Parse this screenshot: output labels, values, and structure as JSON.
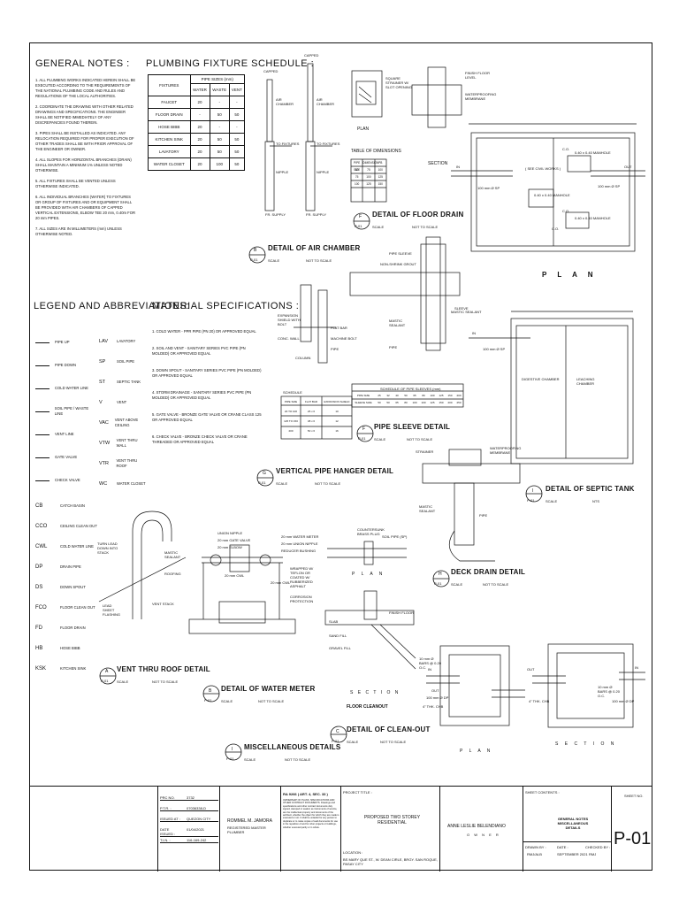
{
  "general_notes": {
    "title": "GENERAL NOTES :",
    "items": [
      "ALL PLUMBING WORKS INDICATED HEREIN SHALL BE EXECUTED ACCORDING TO THE REQUIREMENTS OF THE NATIONAL PLUMBING CODE AND RULES AND REGULATIONS OF THE LOCAL AUTHORITIES.",
      "COORDINATE THE DRAWING WITH OTHER RELATED DRAWINGS AND SPECIFICATIONS. THE ENGINEER SHALL BE NOTIFIED IMMEDIATELY OF ANY DISCREPANCIES FOUND THEREIN.",
      "PIPES SHALL BE INSTALLED AS INDICATED. ANY RELOCATION REQUIRED FOR PROPER EXECUTION OF OTHER TRADES SHALL BE WITH PRIOR APPROVAL OF THE ENGINEER OR OWNER.",
      "ALL SLOPES FOR HORIZONTAL BRANCHES (DRAIN) SHALL MAINTAIN A MINIMUM 1% UNLESS NOTED OTHERWISE.",
      "ALL FIXTURES SHALL BE VENTED UNLESS OTHERWISE INDICATED.",
      "ALL INDIVIDUAL BRANCHES (WATER) TO FIXTURES OR GROUP OF FIXTURES AND OR EQUIPMENT SHALL BE PROVIDED WITH AIR CHAMBERS OF CAPPED VERTICAL EXTENSIONS, ELBOW TEE 20 mm, 0.40m FOR 20 mm PIPES.",
      "ALL SIZES ARE IN MILLIMETERS (mm) UNLESS OTHERWISE NOTED."
    ]
  },
  "fixture_schedule": {
    "title": "PLUMBING FIXTURE SCHEDULE :",
    "col_fixtures": "FIXTURES",
    "col_pipe_sizes": "PIPE SIZES (mm)",
    "cols": [
      "WATER",
      "WASTE",
      "VENT"
    ],
    "rows": [
      {
        "name": "FAUCET",
        "water": "20",
        "waste": "-",
        "vent": "-"
      },
      {
        "name": "FLOOR DRAIN",
        "water": "-",
        "waste": "50",
        "vent": "50"
      },
      {
        "name": "HOSE BIBB",
        "water": "20",
        "waste": "-",
        "vent": "-"
      },
      {
        "name": "KITCHEN SINK",
        "water": "20",
        "waste": "50",
        "vent": "50"
      },
      {
        "name": "LAVATORY",
        "water": "20",
        "waste": "50",
        "vent": "50"
      },
      {
        "name": "WATER CLOSET",
        "water": "20",
        "waste": "100",
        "vent": "50"
      }
    ]
  },
  "legend": {
    "title": "LEGEND AND ABBREVIATIONS:",
    "symbols": [
      "PIPE UP",
      "PIPE DOWN",
      "COLD WATER LINE",
      "SOIL PIPE / WASTE LINE",
      "VENT LINE",
      "GATE VALVE",
      "CHECK VALVE"
    ],
    "abbr": [
      {
        "code": "CB",
        "text": "CATCH BASIN"
      },
      {
        "code": "CCO",
        "text": "CEILING CLEAN OUT"
      },
      {
        "code": "CWL",
        "text": "COLD WATER LINE"
      },
      {
        "code": "DP",
        "text": "DRAIN PIPE"
      },
      {
        "code": "DS",
        "text": "DOWN SPOUT"
      },
      {
        "code": "FCO",
        "text": "FLOOR CLEAN OUT"
      },
      {
        "code": "FD",
        "text": "FLOOR DRAIN"
      },
      {
        "code": "HB",
        "text": "HOSE BIBB"
      },
      {
        "code": "KSK",
        "text": "KITCHEN SINK"
      }
    ],
    "abbr2": [
      {
        "code": "LAV",
        "text": "LAVATORY"
      },
      {
        "code": "SP",
        "text": "SOIL PIPE"
      },
      {
        "code": "ST",
        "text": "SEPTIC TANK"
      },
      {
        "code": "V",
        "text": "VENT"
      },
      {
        "code": "VAC",
        "text": "VENT ABOVE CEILING"
      },
      {
        "code": "VTW",
        "text": "VENT THRU WALL"
      },
      {
        "code": "VTR",
        "text": "VENT THRU ROOF"
      },
      {
        "code": "WC",
        "text": "WATER CLOSET"
      }
    ]
  },
  "material_specs": {
    "title": "MATERIAL SPECIFICATIONS :",
    "items": [
      "COLD WATER - PPR PIPE (PN 20) OR APPROVED EQUAL",
      "SOIL AND VENT - SANITARY SERIES PVC PIPE (PN MOLDED) OR APPROVED EQUAL",
      "DOWN SPOUT - SANITARY SERIES PVC PIPE (PN MOLDED) OR APPROVED EQUAL",
      "STORM DRAINAGE - SANITARY SERIES PVC PIPE (PN MOLDED) OR APPROVED EQUAL",
      "GATE VALVE - BRONZE GATE VALVE OR CRANE CLASS 125 OR APPROVED EQUAL",
      "CHECK VALVE - BRONZE CHECK VALVE OR CRANE THREADED OR APPROVED EQUAL"
    ]
  },
  "details": {
    "air_chamber": {
      "num": "B",
      "title": "DETAIL OF AIR CHAMBER",
      "sheet": "P-01",
      "scale": "SCALE",
      "nts": "NOT TO SCALE",
      "labels": [
        "CAPPED",
        "CAPPED",
        "AIR CHAMBER",
        "AIR CHAMBER",
        "TO FIXTURES",
        "TO FIXTURES",
        "NIPPLE",
        "NIPPLE",
        "FR. SUPPLY",
        "FR. SUPPLY"
      ]
    },
    "floor_drain": {
      "num": "F",
      "title": "DETAIL OF FLOOR DRAIN",
      "sheet": "P-01",
      "scale": "SCALE",
      "nts": "NOT TO SCALE",
      "plan": "PLAN",
      "section": "SECTION",
      "labels": [
        "SQUARE STRAINER W/ SLOT OPENING",
        "FINISH FLOOR LEVEL",
        "WATERPROOFING MEMBRANE"
      ]
    },
    "dimensions": {
      "title": "TABLE OF DIMENSIONS",
      "header": [
        "PIPE SIZE",
        "DIMENSION",
        "PB"
      ],
      "rows": [
        [
          "50",
          "75",
          "100"
        ],
        [
          "75",
          "100",
          "125"
        ],
        [
          "100",
          "125",
          "150"
        ]
      ]
    },
    "septic_plan": {
      "plan": "P L A N",
      "labels": [
        "IN",
        "OUT",
        "C.O.",
        "C.O.",
        "C.O.",
        "( SEE CIVIL WORKS )",
        "0.40 x 0.40 MANHOLE",
        "0.40 x 0.40 MANHOLE",
        "0.40 x 0.40 MANHOLE",
        "100 mm Ø SP",
        "100 mm Ø SP"
      ]
    },
    "septic_tank": {
      "num": "I",
      "title": "DETAIL OF SEPTIC TANK",
      "sheet": "P-01",
      "scale": "SCALE",
      "nts": "NTS",
      "labels": [
        "DIGESTIVE CHAMBER",
        "LEACHING CHAMBER",
        "IN",
        "100 mm Ø SP"
      ]
    },
    "pipe_sleeve": {
      "num": "F",
      "title": "PIPE SLEEVE DETAIL",
      "sheet": "P-01",
      "scale": "SCALE",
      "nts": "NOT TO SCALE",
      "labels": [
        "PIPE SLEEVE",
        "NON-SHRINK GROUT",
        "MASTIC SEALANT",
        "PIPE",
        "SLEEVE",
        "MASTIC SEALANT"
      ],
      "schedule_title": "SCHEDULE OF PIPE SLEEVES (mm)",
      "schedule_rows": [
        [
          "PIPE SIZE",
          "25",
          "32",
          "40",
          "50",
          "65",
          "80",
          "100",
          "125",
          "150",
          "200"
        ],
        [
          "SLEEVE SIZE",
          "50",
          "50",
          "65",
          "80",
          "100",
          "100",
          "125",
          "150",
          "200",
          "250"
        ]
      ]
    },
    "hanger": {
      "num": "G",
      "title": "VERTICAL PIPE HANGER DETAIL",
      "sheet": "P-01",
      "scale": "SCALE",
      "nts": "NOT TO SCALE",
      "labels": [
        "EXPANSION SHIELD WITH BOLT",
        "CONC. WALL",
        "COLUMN",
        "FLAT BAR",
        "MACHINE BOLT",
        "PIPE"
      ],
      "schedule_title": "SCHEDULE",
      "sched_header": [
        "PIPE SIZE",
        "FLAT BAR",
        "EXPANSION SHIELD WITH BOLT"
      ],
      "sched_rows": [
        [
          "20 TO 100",
          "25 x 6",
          "10"
        ],
        [
          "125 TO 150",
          "38 x 6",
          "12"
        ],
        [
          "200",
          "50 x 6",
          "16"
        ]
      ]
    },
    "deck_drain": {
      "num": "H",
      "title": "DECK DRAIN DETAIL",
      "sheet": "P-01",
      "scale": "SCALE",
      "nts": "NOT TO SCALE",
      "labels": [
        "STRAINER",
        "WATERPROOFING MEMBRANE",
        "MASTIC SEALANT",
        "PIPE"
      ]
    },
    "vent_roof": {
      "num": "A",
      "title": "VENT THRU ROOF DETAIL",
      "sheet": "P-01",
      "scale": "SCALE",
      "nts": "NOT TO SCALE",
      "labels": [
        "TURN LEAD DOWN INTO STACK",
        "MASTIC SEALANT",
        "ROOFING",
        "LEAD SHEET FLASHING",
        "VENT STACK"
      ]
    },
    "water_meter": {
      "num": "B",
      "title": "DETAIL OF WATER METER",
      "sheet": "P-01",
      "scale": "SCALE",
      "nts": "NOT TO SCALE",
      "labels": [
        "UNION NIPPLE",
        "20 mm GATE VALVE",
        "20 mm ELBOW",
        "20 mm WATER METER",
        "20 mm UNION NIPPLE",
        "REDUCER BUSHING",
        "20 mm CWL",
        "20 mm CWL",
        "WRAPPED W/ TEFLON OR COATED W/ RUBBERIZED ASPHALT",
        "CORROSION PROTECTION"
      ]
    },
    "misc": {
      "num": "I",
      "title": "MISCELLANEOUS DETAILS",
      "sheet": "P-01",
      "scale": "SCALE",
      "nts": "NOT TO SCALE"
    },
    "cleanout": {
      "num": "C",
      "title": "DETAIL OF CLEAN-OUT",
      "sheet": "P-01",
      "scale": "SCALE",
      "nts": "NOT TO SCALE",
      "plan": "P L A N",
      "section": "S E C T I O N",
      "section2": "FLOOR CLEANOUT",
      "labels": [
        "COUNTERSUNK BRASS PLUG",
        "SOIL PIPE (SP)",
        "FINISH FLOOR",
        "SLAB",
        "SAND FILL",
        "GRAVEL FILL"
      ]
    },
    "catch_basin": {
      "plan": "P L A N",
      "section": "S E C T I O N",
      "labels": [
        "IN",
        "OUT",
        "OUT",
        "IN",
        "100 mm Ø DP",
        "100 mm Ø DP",
        "10 mm Ø BARS @ 0.20 O.C.",
        "4\" THK. CHB",
        "4\" THK. CHB",
        "10 mm Ø BARS @ 0.20 O.C."
      ]
    }
  },
  "title_block": {
    "prc_lbl": "PRC NO.",
    "prc": "3732",
    "ptr_lbl": "P.T.R. :",
    "ptr": "07036338-D",
    "issued_lbl": "ISSUED AT :",
    "issued": "QUEZON CITY",
    "date_lbl": "DATE ISSUED :",
    "date": "01/04/2021",
    "tin_lbl": "T.I.N. :",
    "tin": "116-169-242",
    "engineer": "ROMMEL M. JAMORA",
    "engineer_role": "REGISTERED MASTER PLUMBER",
    "ra_title": "RA 9266 ( ART. 4, SEC. 33 )",
    "ra_text": "OWNERSHIP OF PLANS, SPECIFICATIONS AND OTHER CONTRACT DOCUMENTS. Drawings and specifications and other contract documents duly signed, stamped or sealed, as instruments of service, are the intellectual property and documents of the architect, whether the object for which they are made is executed or not. It shall be unlawful for any person to duplicate or to make copies of said documents for use in the repetition of and for other projects or buildings, whether executed partly or in whole.",
    "project_lbl": "PROJECT TITLE :",
    "project": "PROPOSED TWO STOREY RESIDENTIAL",
    "location_lbl": "LOCATION :",
    "location": "BS MARY QUE ST., W. DEAN CIRLE, BRGY. SAN ROQUE, PASAY CITY",
    "owner": "ANNE LESLIE BELENDIANO",
    "owner_role": "O W N E R",
    "sheet_contents_lbl": "SHEET CONTENTS :",
    "sheet_contents": "GENERAL NOTES MISCELLANEOUS DETAILS",
    "sheet_no_lbl": "SHEET NO.",
    "sheet_no": "P-01",
    "drawn_lbl": "DRAWN BY :",
    "drawn": "RMJ/ALB",
    "date2_lbl": "DATE :",
    "date2": "SEPTEMBER 2021",
    "checked_lbl": "CHECKED BY :",
    "checked": "RMJ"
  }
}
